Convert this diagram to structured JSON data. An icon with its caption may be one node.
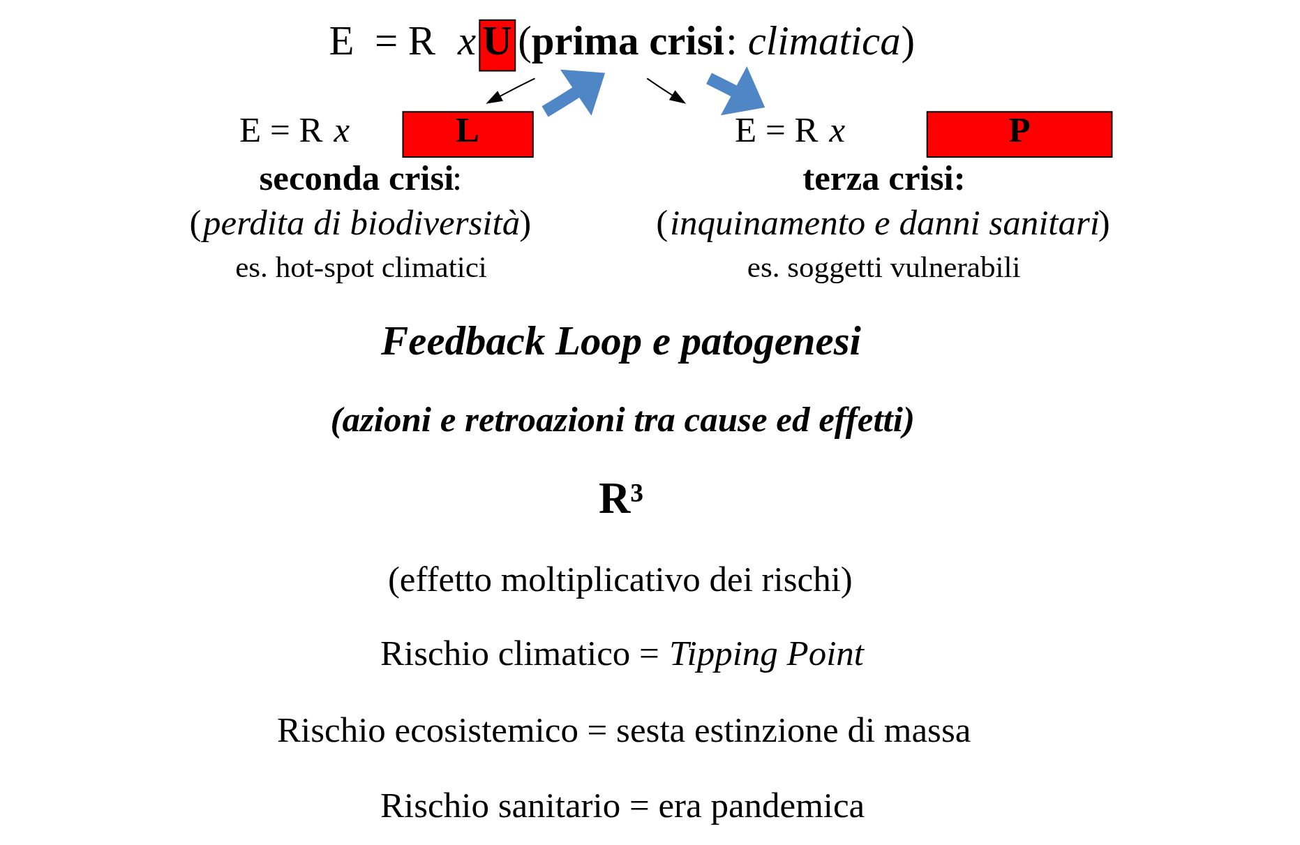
{
  "diagram": {
    "nodes": [
      {
        "text": [
          "E  = R  *x*",
          "U",
          "(**prima crisi**: *climatica*)"
        ]
      },
      {
        "text": [
          "E = R *x*",
          "L",
          "**seconda crisi**:",
          "(*perdita di biodiversità*)",
          "es. hot-spot climatici"
        ]
      },
      {
        "text": [
          "E = R *x*",
          "P",
          "**terza crisi:**",
          "(*inquinamento e danni sanitari*)",
          "es. soggetti vulnerabili"
        ]
      }
    ],
    "edges": [
      {
        "from": 0,
        "to": 1,
        "arrow": "to"
      },
      {
        "from": 0,
        "to": 2,
        "arrow": "to"
      },
      {
        "from": 1,
        "to": 0,
        "arrow": "to",
        "style": "thick",
        "color": "#4f86c6"
      },
      {
        "from": 0,
        "to": 2,
        "arrow": "to",
        "style": "thick",
        "color": "#4f86c6"
      }
    ],
    "labels": [
      "Feedback Loop e patogenesi",
      "(azioni e retroazioni tra cause ed effetti)",
      "R³",
      "(effetto moltiplicativo dei rischi)",
      "Rischio climatico = *Tipping Point*",
      "Rischio ecosistemico = sesta estinzione di massa",
      "Rischio sanitario = era pandemica"
    ]
  }
}
